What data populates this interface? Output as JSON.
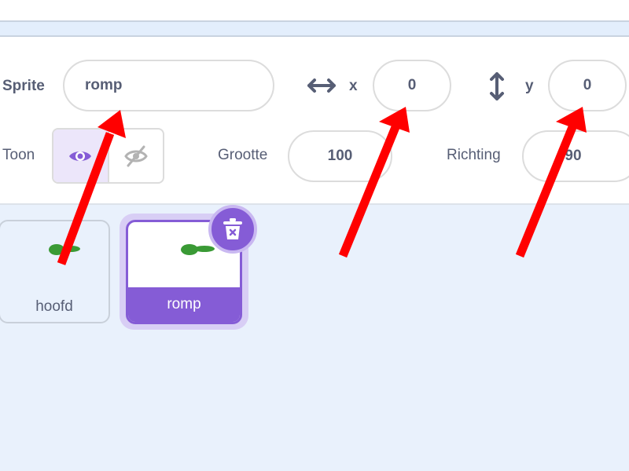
{
  "sprite_info": {
    "sprite_label": "Sprite",
    "sprite_name": "romp",
    "x_label": "x",
    "x_value": "0",
    "y_label": "y",
    "y_value": "0",
    "show_label": "Toon",
    "size_label": "Grootte",
    "size_value": "100",
    "direction_label": "Richting",
    "direction_value": "90"
  },
  "sprites": [
    {
      "name": "hoofd",
      "selected": false
    },
    {
      "name": "romp",
      "selected": true
    }
  ],
  "colors": {
    "accent": "#855cd6",
    "annotation": "#ff0000",
    "thumb_green": "#3a9a35"
  }
}
